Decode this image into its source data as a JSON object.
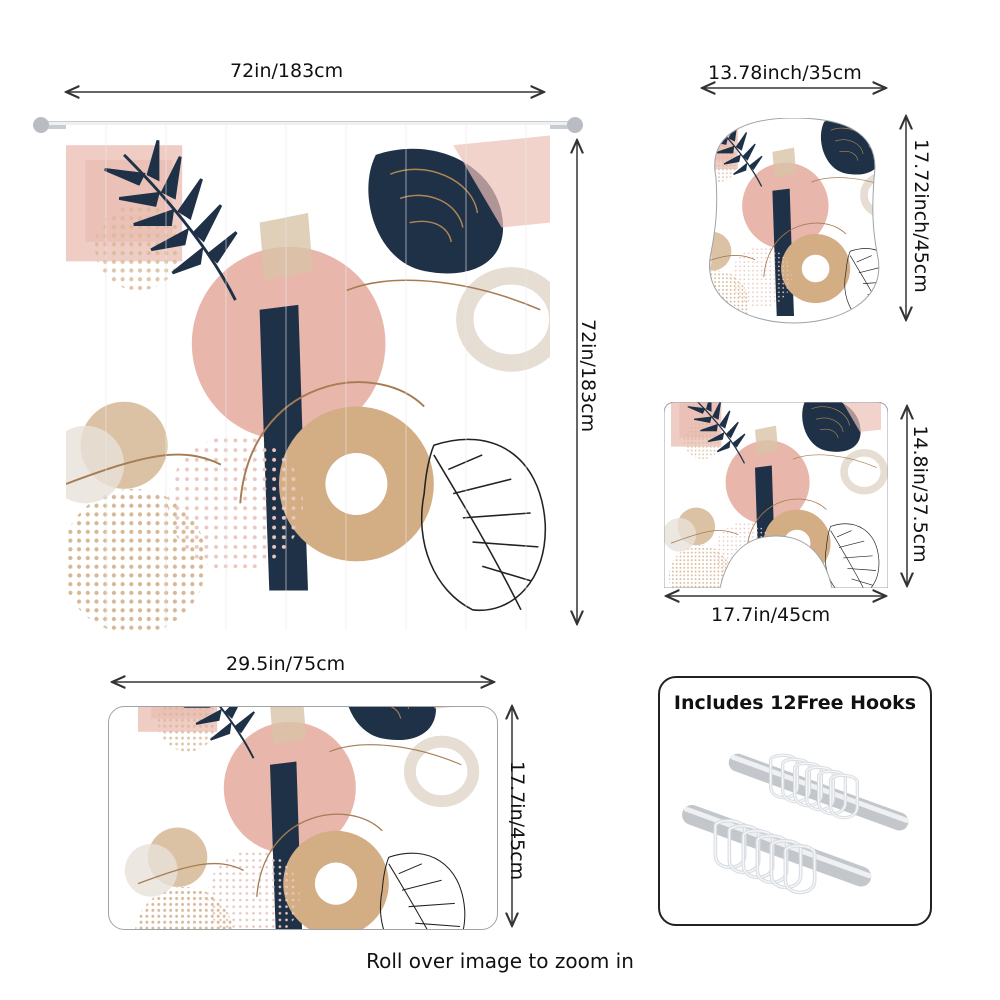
{
  "curtain": {
    "width_label": "72in/183cm",
    "height_label": "72in/183cm"
  },
  "lid_cover": {
    "width_label": "13.78inch/35cm",
    "height_label": "17.72inch/45cm"
  },
  "contour_mat": {
    "width_label": "17.7in/45cm",
    "height_label": "14.8in/37.5cm"
  },
  "bath_mat": {
    "width_label": "29.5in/75cm",
    "height_label": "17.7in/45cm"
  },
  "hooks": {
    "title": "Includes 12Free Hooks"
  },
  "caption": "Roll over image to zoom in",
  "colors": {
    "navy": "#1f3147",
    "blush": "#e7b7ae",
    "tan": "#d2ad85",
    "gold": "#a67c52"
  }
}
